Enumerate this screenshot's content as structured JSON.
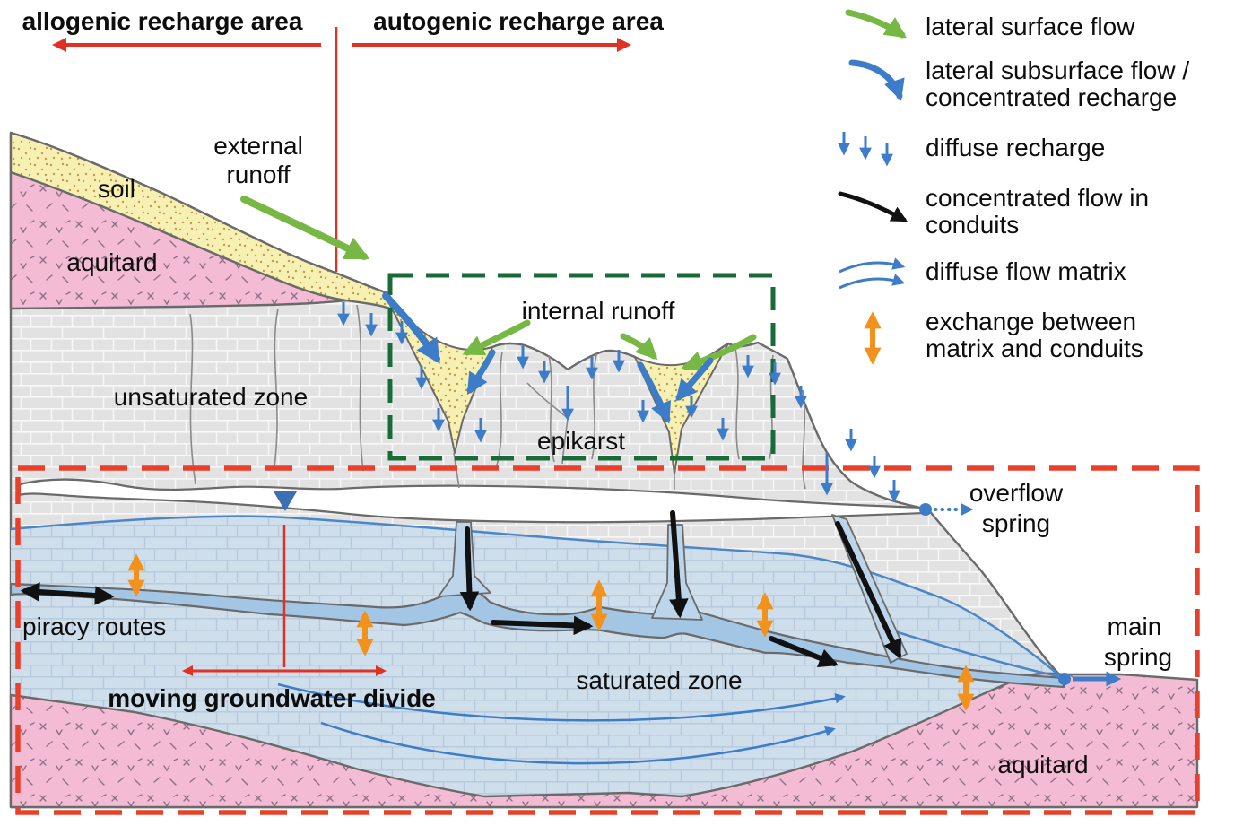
{
  "headers": {
    "allogenic": "allogenic recharge area",
    "autogenic": "autogenic recharge area"
  },
  "labels": {
    "external_runoff_line1": "external",
    "external_runoff_line2": "runoff",
    "soil": "soil",
    "aquitard_upper": "aquitard",
    "internal_runoff": "internal runoff",
    "unsaturated_zone": "unsaturated zone",
    "epikarst": "epikarst",
    "overflow_spring_line1": "overflow",
    "overflow_spring_line2": "spring",
    "piracy_routes": "piracy routes",
    "moving_groundwater_divide": "moving groundwater divide",
    "saturated_zone": "saturated zone",
    "main_spring_line1": "main",
    "main_spring_line2": "spring",
    "aquitard_lower": "aquitard"
  },
  "legend": {
    "items": [
      {
        "icon": "lateral-surface-flow-arrow-icon",
        "lines": [
          "lateral surface flow"
        ]
      },
      {
        "icon": "lateral-subsurface-flow-arrow-icon",
        "lines": [
          "lateral subsurface flow /",
          "concentrated recharge"
        ]
      },
      {
        "icon": "diffuse-recharge-arrows-icon",
        "lines": [
          "diffuse recharge"
        ]
      },
      {
        "icon": "concentrated-flow-arrow-icon",
        "lines": [
          "concentrated flow in",
          "conduits"
        ]
      },
      {
        "icon": "diffuse-flow-matrix-arrows-icon",
        "lines": [
          "diffuse flow matrix"
        ]
      },
      {
        "icon": "exchange-arrow-icon",
        "lines": [
          "exchange between",
          "matrix and conduits"
        ]
      }
    ]
  },
  "colors": {
    "surface_flow_green": "#76b843",
    "groundwater_blue": "#3d7cc9",
    "water_table_blue": "#4a86c8",
    "exchange_orange": "#f2921d",
    "boundary_red": "#e03224",
    "epikarst_box_green": "#186a37",
    "recharge_box_red": "#e8402a",
    "conduit_flow_black": "#111111",
    "soil_yellow": "#f6f0b2",
    "aquitard_pink": "#f4bcd4",
    "limestone_grey": "#e2e2e2",
    "saturated_blue": "#cfdeeb",
    "conduit_blue": "#a3c6e4",
    "outline_grey": "#6a6a6a"
  }
}
